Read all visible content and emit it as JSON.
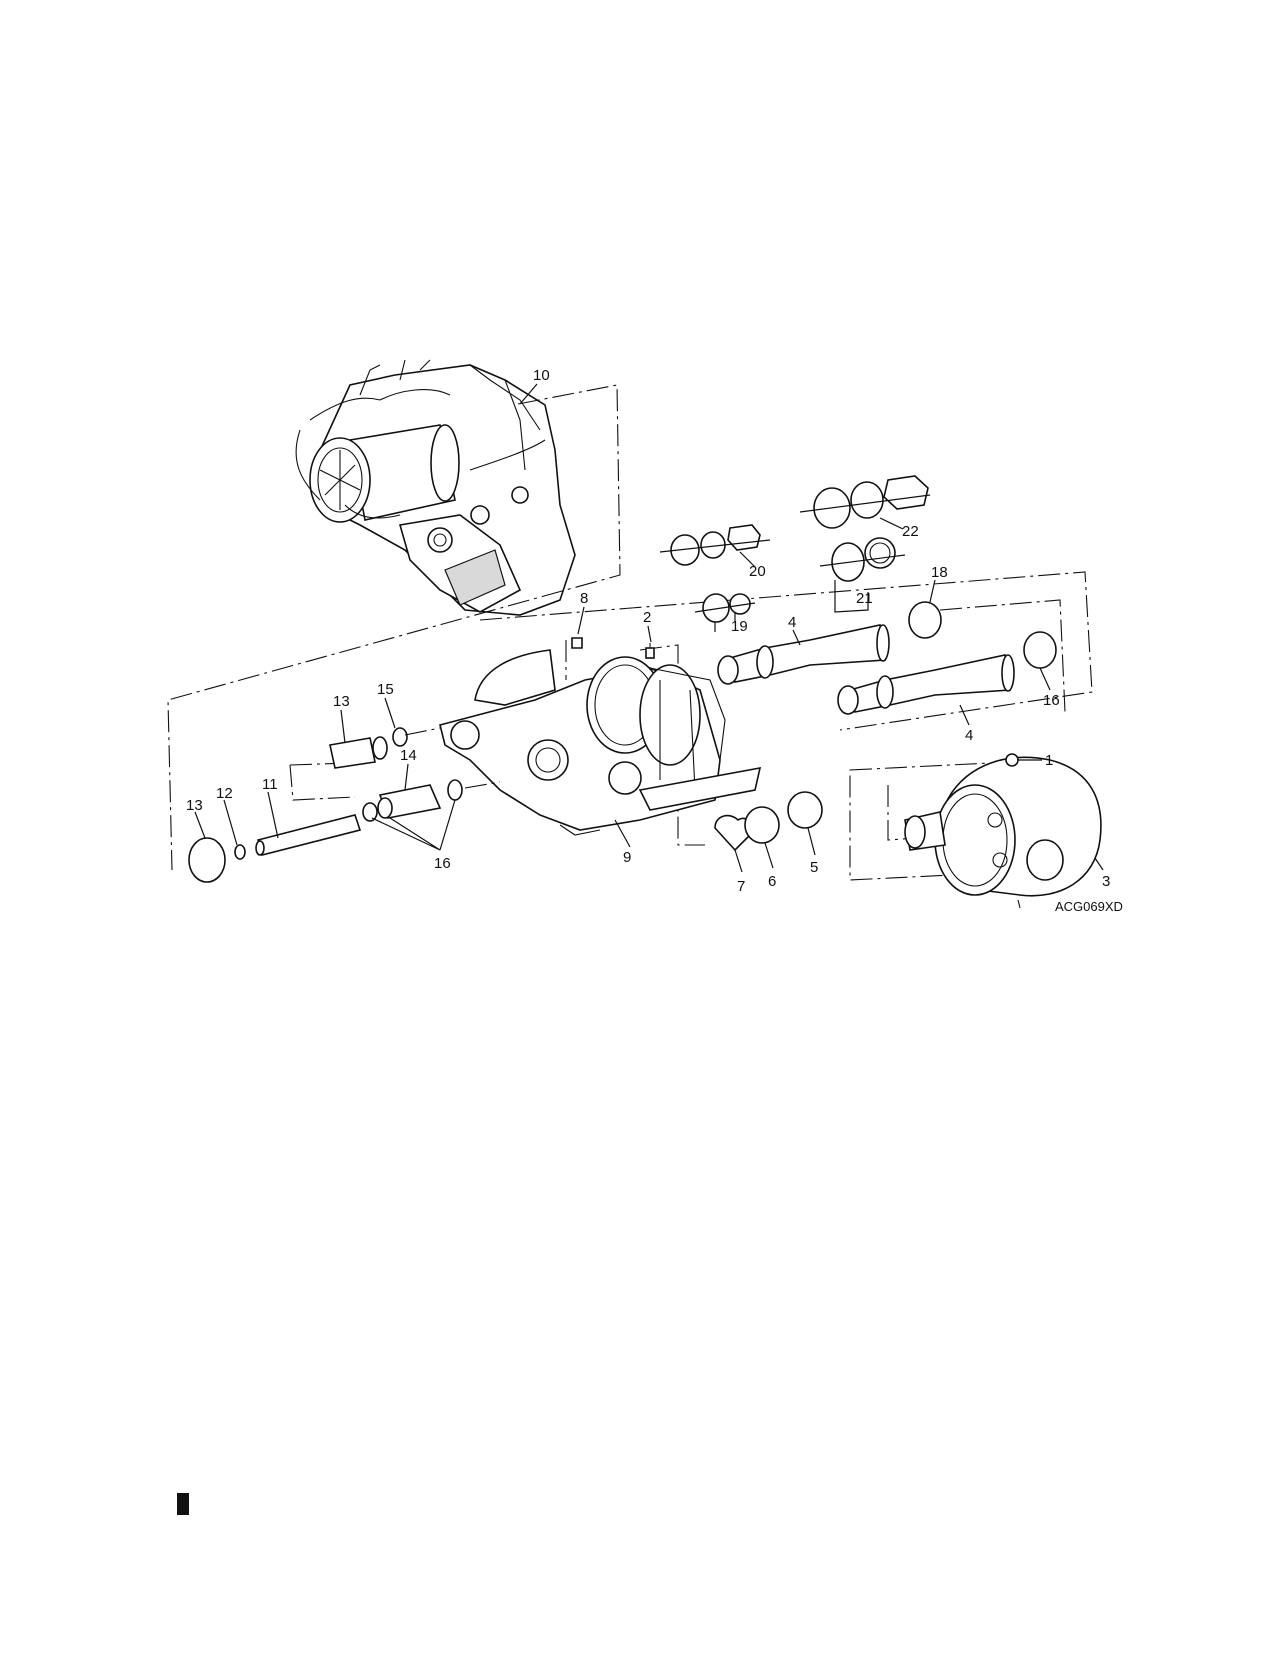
{
  "figure_id": "ACG069XD",
  "callouts": [
    {
      "id": "c10",
      "text": "10"
    },
    {
      "id": "c22",
      "text": "22"
    },
    {
      "id": "c20",
      "text": "20"
    },
    {
      "id": "c21",
      "text": "21"
    },
    {
      "id": "c18",
      "text": "18"
    },
    {
      "id": "c8",
      "text": "8"
    },
    {
      "id": "c2",
      "text": "2"
    },
    {
      "id": "c19",
      "text": "19"
    },
    {
      "id": "c4a",
      "text": "4"
    },
    {
      "id": "c4b",
      "text": "4"
    },
    {
      "id": "c16a",
      "text": "16"
    },
    {
      "id": "c13a",
      "text": "13"
    },
    {
      "id": "c15",
      "text": "15"
    },
    {
      "id": "c14",
      "text": "14"
    },
    {
      "id": "c1",
      "text": "1"
    },
    {
      "id": "c13b",
      "text": "13"
    },
    {
      "id": "c12",
      "text": "12"
    },
    {
      "id": "c11",
      "text": "11"
    },
    {
      "id": "c16b",
      "text": "16"
    },
    {
      "id": "c9",
      "text": "9"
    },
    {
      "id": "c5",
      "text": "5"
    },
    {
      "id": "c6",
      "text": "6"
    },
    {
      "id": "c7",
      "text": "7"
    },
    {
      "id": "c3",
      "text": "3"
    }
  ]
}
